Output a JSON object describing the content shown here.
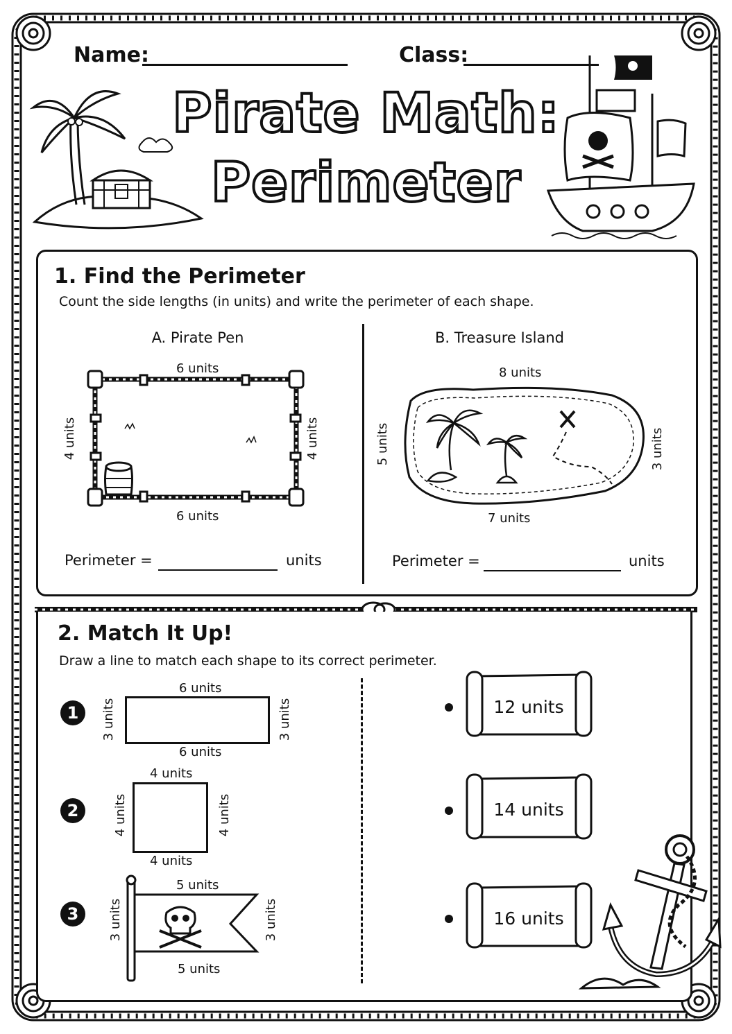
{
  "header": {
    "name_label": "Name:",
    "class_label": "Class:",
    "title_line1": "Pirate Math:",
    "title_line2": "Perimeter"
  },
  "section1": {
    "number": "1.",
    "title": "Find the Perimeter",
    "instruction": "Count the side lengths (in units) and write the perimeter of each shape.",
    "shape_a": {
      "caption": "A. Pirate Pen",
      "top": "6 units",
      "bottom": "6 units",
      "left": "4 units",
      "right": "4 units",
      "perimeter_label": "Perimeter =",
      "unit_label": "units"
    },
    "shape_b": {
      "caption": "B. Treasure Island",
      "top": "8 units",
      "bottom": "7 units",
      "left": "5 units",
      "right": "3 units",
      "perimeter_label": "Perimeter =",
      "unit_label": "units"
    }
  },
  "section2": {
    "number": "2.",
    "title": "Match It Up!",
    "instruction": "Draw a line to match each shape to its correct perimeter.",
    "shapes": [
      {
        "badge": "1",
        "top": "6 units",
        "bottom": "6 units",
        "left": "3 units",
        "right": "3 units"
      },
      {
        "badge": "2",
        "top": "4 units",
        "bottom": "4 units",
        "left": "4 units",
        "right": "4 units"
      },
      {
        "badge": "3",
        "top": "5 units",
        "bottom": "5 units",
        "left": "3 units",
        "right": "3 units"
      }
    ],
    "answers": [
      "12 units",
      "14 units",
      "16 units"
    ]
  },
  "icons": [
    "palm-tree-icon",
    "treasure-chest-icon",
    "pirate-ship-icon",
    "jolly-roger-flag-icon",
    "anchor-icon",
    "barrel-icon",
    "rope-knot-icon",
    "scroll-icon"
  ]
}
